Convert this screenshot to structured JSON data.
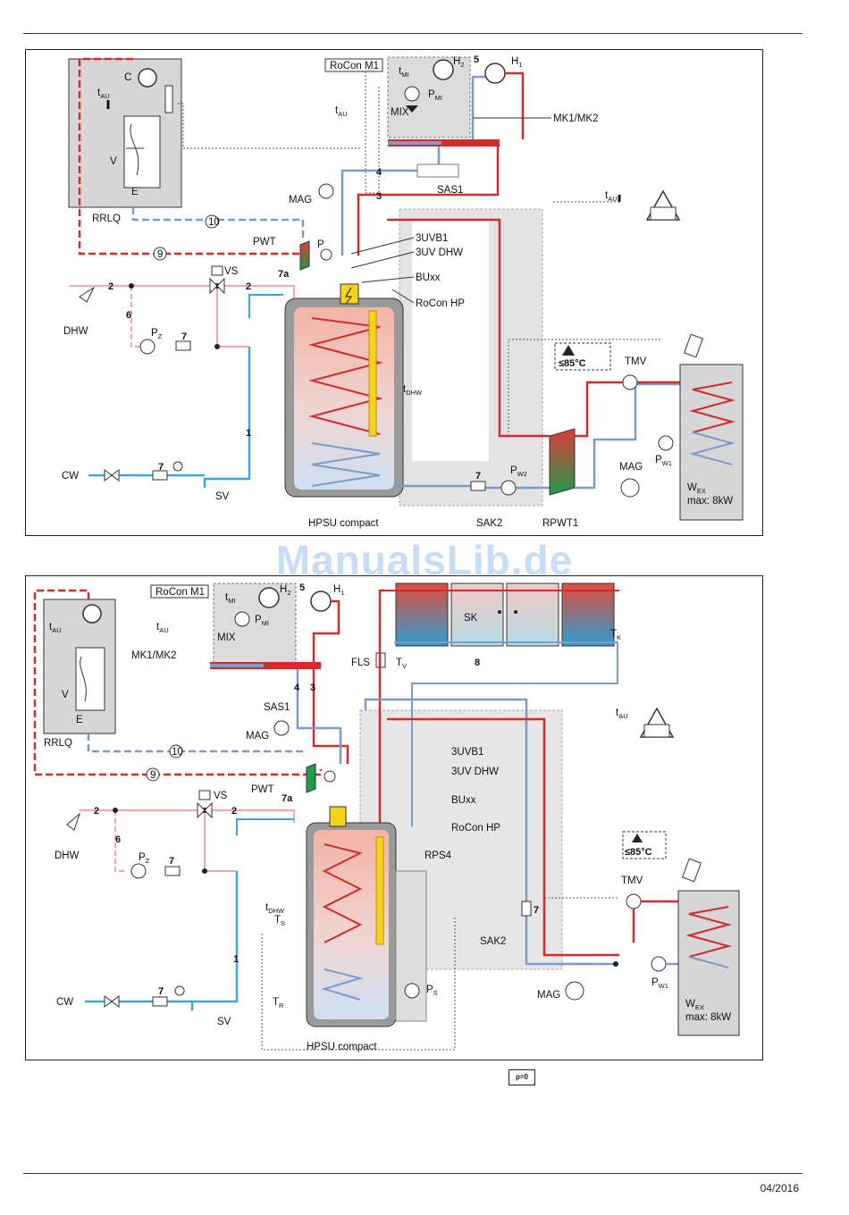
{
  "watermark": "ManualsLib.de",
  "footer_date": "04/2016",
  "pressure_label": "p=0",
  "diagram_top": {
    "controller": "RoCon M1",
    "mixer_module": "MK1/MK2",
    "heat_pump_outdoor": "RRLQ",
    "storage": "HPSU compact",
    "external_heater": "W",
    "external_heater_sub": "EX",
    "external_heater_max": "max: 8kW",
    "solar_group": "SAK2",
    "heat_exchanger": "RPWT1",
    "limit_temp": "≤85°C",
    "thermostatic_mixer": "TMV",
    "labels": {
      "C": "C",
      "V": "V",
      "E": "E",
      "tAU": "t",
      "tAU_sub": "AU",
      "tMI": "t",
      "tMI_sub": "MI",
      "PMI": "P",
      "PMI_sub": "MI",
      "MIX": "MIX",
      "H2": "H",
      "H2_sub": "2",
      "H1": "H",
      "H1_sub": "1",
      "MAG": "MAG",
      "SAS1": "SAS1",
      "PWT": "PWT",
      "P": "P",
      "UVB1": "3UVB1",
      "UVDHW": "3UV DHW",
      "BUxx": "BUxx",
      "RoConHP": "RoCon HP",
      "VS": "VS",
      "DHW": "DHW",
      "PZ": "P",
      "PZ_sub": "Z",
      "tDHW": "t",
      "tDHW_sub": "DHW",
      "CW": "CW",
      "SV": "SV",
      "PW2": "P",
      "PW2_sub": "W2",
      "PW1": "P",
      "PW1_sub": "W1",
      "n1": "1",
      "n2": "2",
      "n3": "3",
      "n4": "4",
      "n5": "5",
      "n6": "6",
      "n7": "7",
      "n7a": "7a",
      "n9": "9",
      "n10": "10"
    }
  },
  "diagram_bottom": {
    "controller": "RoCon M1",
    "mixer_module": "MK1/MK2",
    "heat_pump_outdoor": "RRLQ",
    "storage": "HPSU compact",
    "external_heater": "W",
    "external_heater_sub": "EX",
    "external_heater_max": "max: 8kW",
    "solar_group": "SAK2",
    "collectors": "SK",
    "collector_number": "8",
    "solar_pump_station": "RPS4",
    "limit_temp": "≤85°C",
    "thermostatic_mixer": "TMV",
    "labels": {
      "FLS": "FLS",
      "TV": "T",
      "TV_sub": "V",
      "TK": "T",
      "TK_sub": "K",
      "TS": "T",
      "TS_sub": "S",
      "TR": "T",
      "TR_sub": "R",
      "PS": "P",
      "PS_sub": "S",
      "tDHW": "t",
      "tDHW_sub": "DHW"
    }
  }
}
